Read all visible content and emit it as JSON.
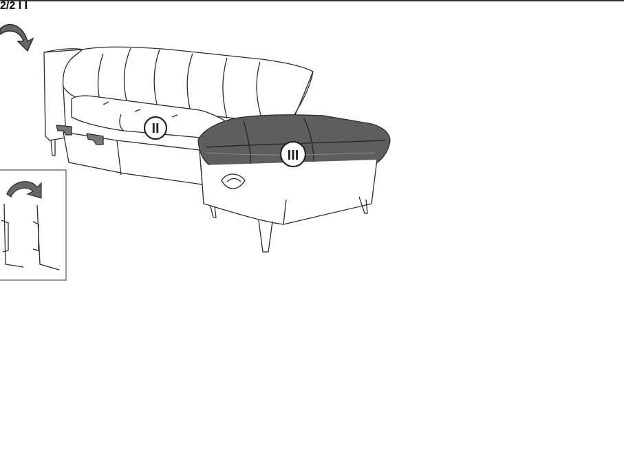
{
  "step_indicator": "2/2",
  "markers": {
    "module_two": "II",
    "module_three": "III",
    "module_one_bottom": "I",
    "module_one_right": "I"
  },
  "colors": {
    "line": "#2a2a2a",
    "dark_fill": "#5e5e5e",
    "person_light": "#eeeeee",
    "person_dark": "#3a3a3a"
  },
  "icons": {
    "rotate_arrow_top": "curved-arrow-icon",
    "rotate_arrow_detail": "curved-arrow-icon",
    "rotate_arrow_right": "curved-arrow-icon",
    "push_arrow": "left-arrow-icon"
  }
}
